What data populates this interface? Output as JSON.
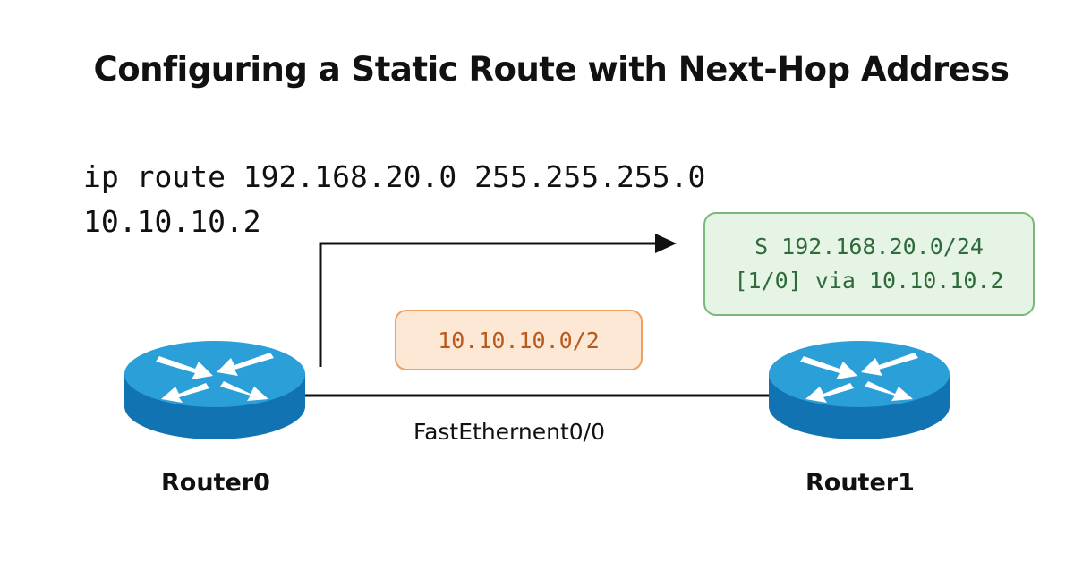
{
  "title": "Configuring a Static Route with Next-Hop Address",
  "command": {
    "line1": "ip route 192.168.20.0 255.255.255.0",
    "line2": "10.10.10.2"
  },
  "routing_entry": {
    "line1": "S 192.168.20.0/24",
    "line2": "[1/0] via 10.10.10.2"
  },
  "network_label": "10.10.10.0/2",
  "interface_label": "FastEthernent0/0",
  "routers": [
    {
      "label": "Router0",
      "icon": "router-icon"
    },
    {
      "label": "Router1",
      "icon": "router-icon"
    }
  ],
  "colors": {
    "router_top": "#2a9fd8",
    "router_side": "#1273b3",
    "route_box_fill": "#e6f4e6",
    "route_box_border": "#7ab87a",
    "route_box_text": "#2e6b3a",
    "net_box_fill": "#fde8d6",
    "net_box_border": "#f0a060",
    "net_box_text": "#b85a1c"
  }
}
